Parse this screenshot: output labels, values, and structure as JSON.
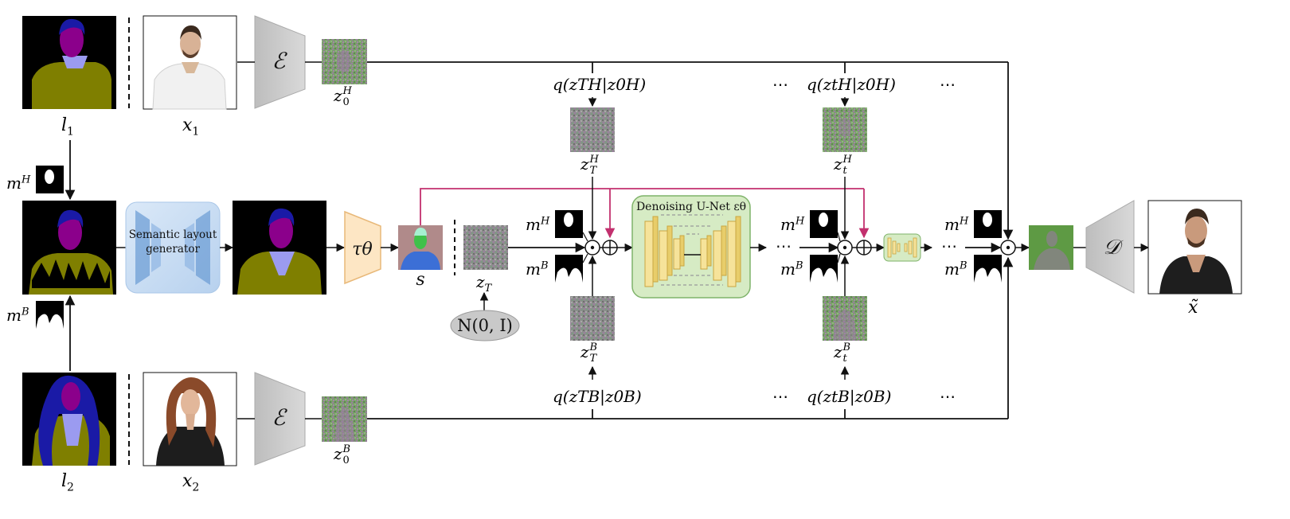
{
  "inputs": {
    "l1": {
      "base": "l",
      "sub": "1"
    },
    "x1": {
      "base": "x",
      "sub": "1"
    },
    "l2": {
      "base": "l",
      "sub": "2"
    },
    "x2": {
      "base": "x",
      "sub": "2"
    }
  },
  "masks": {
    "mH": {
      "base": "m",
      "sup": "H"
    },
    "mB": {
      "base": "m",
      "sup": "B"
    }
  },
  "encoder": {
    "symbol": "ℰ"
  },
  "decoder": {
    "symbol": "𝒟"
  },
  "latents": {
    "z0H": {
      "base": "z",
      "sub": "0",
      "sup": "H"
    },
    "z0B": {
      "base": "z",
      "sub": "0",
      "sup": "B"
    },
    "zTH": {
      "base": "z",
      "sub": "T",
      "sup": "H"
    },
    "zTB": {
      "base": "z",
      "sub": "T",
      "sup": "B"
    },
    "ztH": {
      "base": "z",
      "sub": "t",
      "sup": "H"
    },
    "ztB": {
      "base": "z",
      "sub": "t",
      "sup": "B"
    },
    "zT": {
      "base": "z",
      "sub": "T"
    }
  },
  "blocks": {
    "semantic_layout": "Semantic layout generator",
    "tau": "τθ",
    "s_label": "s",
    "noise": "N(0, I)",
    "unet_title": "Denoising U-Net εθ",
    "output": "x̃"
  },
  "formulas": {
    "qTH": "q(zTH|z0H)",
    "qtH": "q(ztH|z0H)",
    "qTB": "q(zTB|z0B)",
    "qtB": "q(ztB|z0B)"
  },
  "ellipsis": "⋯",
  "colors": {
    "skip_line": "#c2306e",
    "tau_fill": "#fde6c4",
    "tau_stroke": "#e8b878",
    "unet_fill": "#d6ebc4",
    "unet_stroke": "#7fb36a",
    "block_yellow": "#f6e39a",
    "latent_green": "#5e9a44",
    "layout_bg": "#c8dcf2"
  }
}
